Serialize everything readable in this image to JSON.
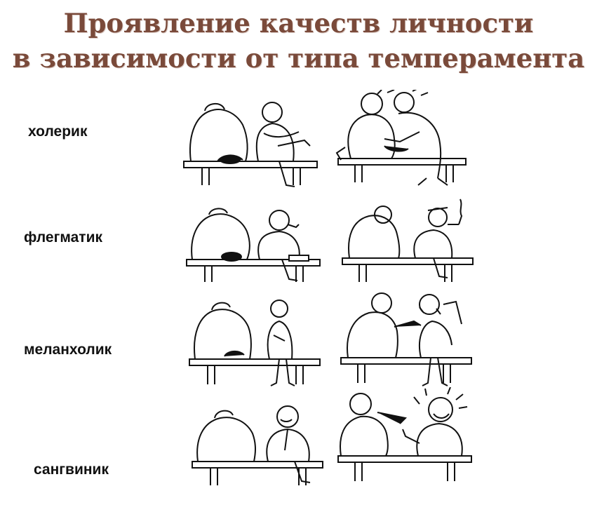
{
  "title": {
    "line1": "Проявление качеств личности",
    "line2": "в зависимости от типа темперамента"
  },
  "rows": [
    {
      "label": "холерик"
    },
    {
      "label": "флегматик"
    },
    {
      "label": "меланхолик"
    },
    {
      "label": "сангвиник"
    }
  ],
  "colors": {
    "title": "#7a4a3a",
    "label": "#111111",
    "ink": "#111111"
  }
}
